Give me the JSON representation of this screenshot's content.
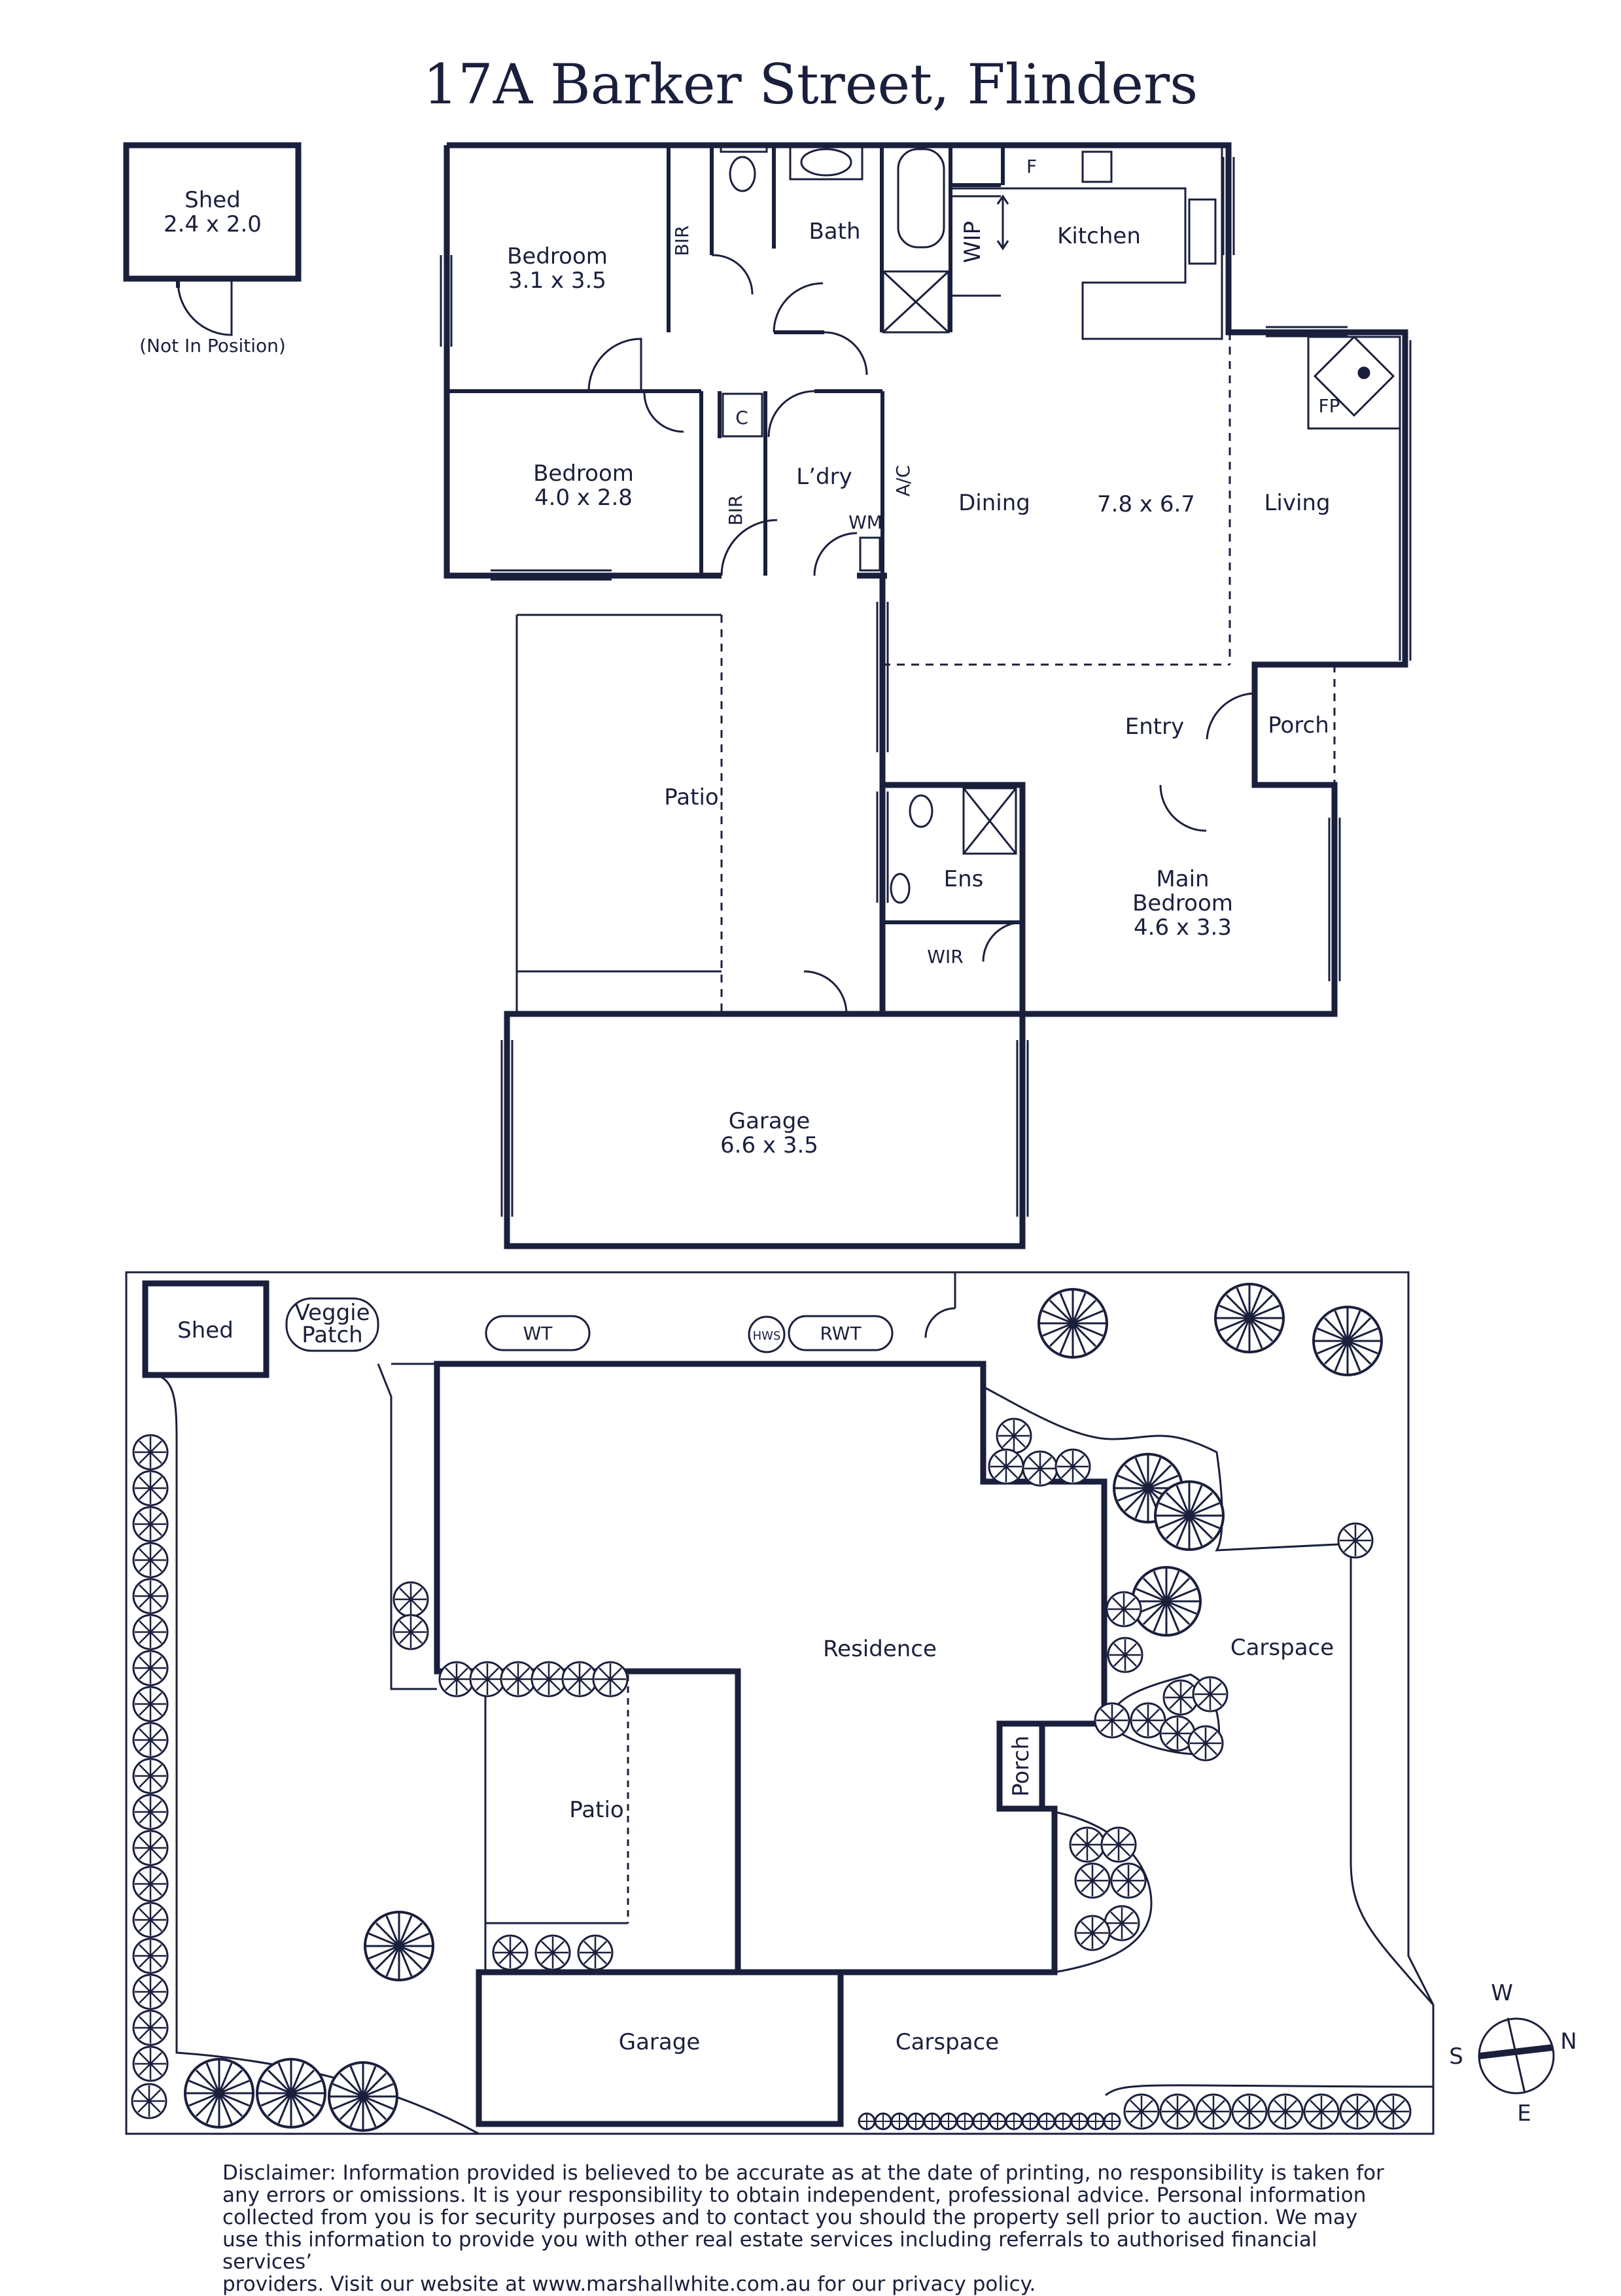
{
  "title": "17A Barker Street, Flinders",
  "shed": {
    "name": "Shed",
    "size": "2.4 x 2.0",
    "note": "(Not In Position)"
  },
  "rooms": {
    "bedroom1": {
      "name": "Bedroom",
      "size": "3.1 x 3.5"
    },
    "bedroom2": {
      "name": "Bedroom",
      "size": "4.0 x 2.8"
    },
    "bath": "Bath",
    "kitchen": "Kitchen",
    "wip": "WIP",
    "fridge": "F",
    "bir1": "BIR",
    "bir2": "BIR",
    "cupboard": "C",
    "laundry": "L’dry",
    "ac": "A/C",
    "wm": "WM",
    "dining": "Dining",
    "living_size": "7.8 x 6.7",
    "living": "Living",
    "fp": "FP",
    "entry": "Entry",
    "porch": "Porch",
    "patio": "Patio",
    "ens": "Ens",
    "wir": "WIR",
    "main_bedroom": {
      "line1": "Main",
      "line2": "Bedroom",
      "size": "4.6 x 3.3"
    },
    "garage": {
      "name": "Garage",
      "size": "6.6 x 3.5"
    }
  },
  "site": {
    "shed": "Shed",
    "veggie_line1": "Veggie",
    "veggie_line2": "Patch",
    "wt": "WT",
    "hws": "HWS",
    "rwt": "RWT",
    "residence": "Residence",
    "carspace_right": "Carspace",
    "porch": "Porch",
    "patio": "Patio",
    "garage": "Garage",
    "carspace_bottom": "Carspace"
  },
  "compass": {
    "w": "W",
    "n": "N",
    "s": "S",
    "e": "E"
  },
  "disclaimer": {
    "l1": "Disclaimer: Information provided is believed to be accurate as at the date of printing, no responsibility is taken for",
    "l2": "any errors or omissions. It is your responsibility to obtain independent, professional advice. Personal information",
    "l3": "collected from you is for security purposes and to contact you should the property sell prior to auction. We may",
    "l4": "use this information to provide you with other real estate services including referrals to authorised financial services’",
    "l5": "providers. Visit our website at www.marshallwhite.com.au for our privacy policy."
  },
  "colors": {
    "ink": "#1a1f3c",
    "background": "#ffffff"
  }
}
